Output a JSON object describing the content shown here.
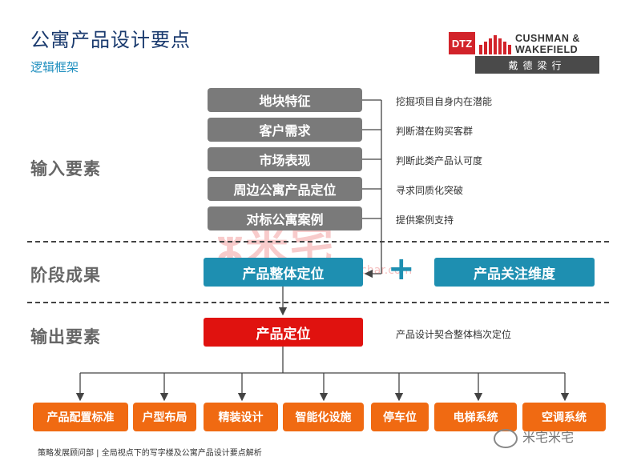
{
  "header": {
    "title": "公寓产品设计要点",
    "subtitle": "逻辑框架"
  },
  "logo": {
    "dtz": "DTZ",
    "line1": "CUSHMAN &",
    "line2": "WAKEFIELD",
    "chinese": "戴德梁行",
    "brand_color": "#d2232a"
  },
  "sections": {
    "input": "输入要素",
    "stage": "阶段成果",
    "output": "输出要素"
  },
  "inputs": [
    {
      "label": "地块特征",
      "note": "挖掘项目自身内在潜能"
    },
    {
      "label": "客户需求",
      "note": "判断潜在购买客群"
    },
    {
      "label": "市场表现",
      "note": "判断此类产品认可度"
    },
    {
      "label": "周边公寓产品定位",
      "note": "寻求同质化突破"
    },
    {
      "label": "对标公寓案例",
      "note": "提供案例支持"
    }
  ],
  "stage": {
    "left": "产品整体定位",
    "plus": "+",
    "right": "产品关注维度"
  },
  "output": {
    "main": "产品定位",
    "note": "产品设计契合整体档次定位"
  },
  "outputs": [
    "产品配置标准",
    "户型布局",
    "精装设计",
    "智能化设施",
    "停车位",
    "电梯系统",
    "空调系统"
  ],
  "watermark": {
    "text": "米宅",
    "url": "www.fcchar.com"
  },
  "footer": {
    "text": "策略发展顾问部 | 全局视点下的写字楼及公寓产品设计要点解析",
    "wechat": "米宅米宅"
  },
  "colors": {
    "gray": "#7a7a7a",
    "teal": "#1e8fb1",
    "red": "#e0120f",
    "orange": "#f06a12",
    "title": "#1a3a6e"
  }
}
